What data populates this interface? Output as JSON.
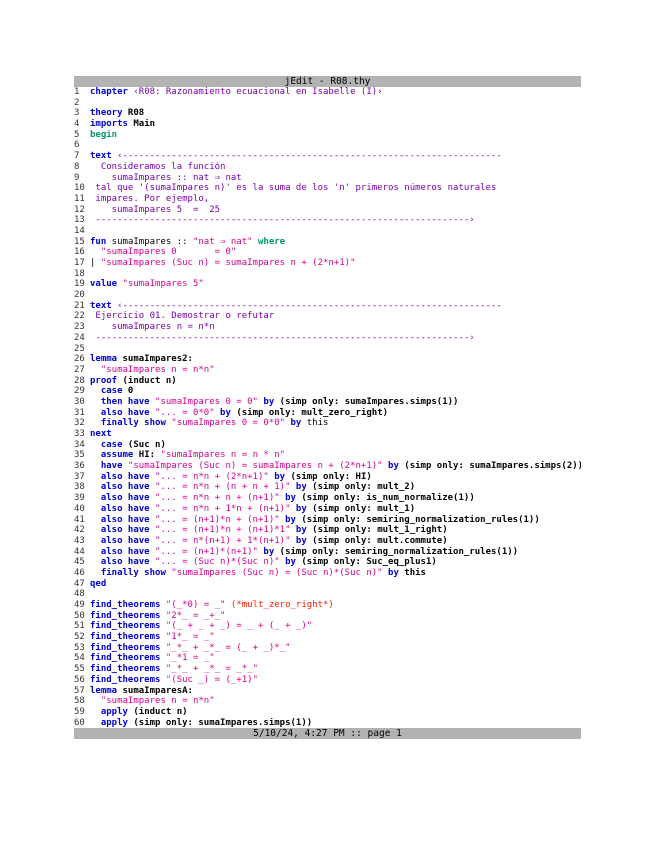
{
  "header": {
    "title": "jEdit - R08.thy"
  },
  "footer": {
    "text": "5/10/24, 4:27 PM :: page 1"
  },
  "colors": {
    "keyword": "#0000d0",
    "keyword2": "#009966",
    "string": "#d4008f",
    "text_block": "#7a00b0",
    "comment": "#ff1a00",
    "bar": "#b2b2b2"
  },
  "lines": [
    {
      "n": "1",
      "segs": [
        [
          "kw",
          "chapter"
        ],
        [
          "txt",
          " ‹R08: Razonamiento ecuacional en Isabelle (I)›"
        ]
      ]
    },
    {
      "n": "2",
      "segs": []
    },
    {
      "n": "3",
      "segs": [
        [
          "kw",
          "theory"
        ],
        [
          "bold",
          " R08"
        ]
      ]
    },
    {
      "n": "4",
      "segs": [
        [
          "kw",
          "imports"
        ],
        [
          "bold",
          " Main"
        ]
      ]
    },
    {
      "n": "5",
      "segs": [
        [
          "kw2",
          "begin"
        ]
      ]
    },
    {
      "n": "6",
      "segs": []
    },
    {
      "n": "7",
      "segs": [
        [
          "kw",
          "text"
        ],
        [
          "txt",
          " ‹----------------------------------------------------------------------"
        ]
      ]
    },
    {
      "n": "8",
      "segs": [
        [
          "txt",
          "  Consideramos la función"
        ]
      ]
    },
    {
      "n": "9",
      "segs": [
        [
          "txt",
          "    sumaImpares :: nat ⇒ nat"
        ]
      ]
    },
    {
      "n": "10",
      "segs": [
        [
          "txt",
          " tal que '(sumaImpares n)' es la suma de los 'n' primeros números naturales"
        ]
      ]
    },
    {
      "n": "11",
      "segs": [
        [
          "txt",
          " impares. Por ejemplo,"
        ]
      ]
    },
    {
      "n": "12",
      "segs": [
        [
          "txt",
          "    sumaImpares 5  =  25"
        ]
      ]
    },
    {
      "n": "13",
      "segs": [
        [
          "txt",
          " ---------------------------------------------------------------------›"
        ]
      ]
    },
    {
      "n": "14",
      "segs": []
    },
    {
      "n": "15",
      "segs": [
        [
          "kw",
          "fun"
        ],
        [
          "plain",
          " sumaImpares :: "
        ],
        [
          "str",
          "\"nat ⇒ nat\""
        ],
        [
          "kw2",
          " where"
        ]
      ]
    },
    {
      "n": "16",
      "segs": [
        [
          "str",
          "  \"sumaImpares 0       = 0\""
        ]
      ]
    },
    {
      "n": "17",
      "segs": [
        [
          "plain",
          "| "
        ],
        [
          "str",
          "\"sumaImpares (Suc n) = sumaImpares n + (2*n+1)\""
        ]
      ]
    },
    {
      "n": "18",
      "segs": []
    },
    {
      "n": "19",
      "segs": [
        [
          "kw",
          "value"
        ],
        [
          "str",
          " \"sumaImpares 5\""
        ]
      ]
    },
    {
      "n": "20",
      "segs": []
    },
    {
      "n": "21",
      "segs": [
        [
          "kw",
          "text"
        ],
        [
          "txt",
          " ‹----------------------------------------------------------------------"
        ]
      ]
    },
    {
      "n": "22",
      "segs": [
        [
          "txt",
          " Ejercicio 01. Demostrar o refutar"
        ]
      ]
    },
    {
      "n": "23",
      "segs": [
        [
          "txt",
          "    sumaImpares n = n*n"
        ]
      ]
    },
    {
      "n": "24",
      "segs": [
        [
          "txt",
          " ---------------------------------------------------------------------›"
        ]
      ]
    },
    {
      "n": "25",
      "segs": []
    },
    {
      "n": "26",
      "segs": [
        [
          "kw",
          "lemma"
        ],
        [
          "bold",
          " sumaImpares2:"
        ]
      ]
    },
    {
      "n": "27",
      "segs": [
        [
          "str",
          "  \"sumaImpares n = n*n\""
        ]
      ]
    },
    {
      "n": "28",
      "segs": [
        [
          "kw",
          "proof"
        ],
        [
          "bold",
          " (induct n)"
        ]
      ]
    },
    {
      "n": "29",
      "segs": [
        [
          "kw",
          "  case"
        ],
        [
          "bold",
          " 0"
        ]
      ]
    },
    {
      "n": "30",
      "segs": [
        [
          "kw",
          "  then have"
        ],
        [
          "str",
          " \"sumaImpares 0 = 0\""
        ],
        [
          "kw",
          " by"
        ],
        [
          "bold",
          " (simp only: sumaImpares.simps(1))"
        ]
      ]
    },
    {
      "n": "31",
      "segs": [
        [
          "kw",
          "  also have"
        ],
        [
          "str",
          " \"... = 0*0\""
        ],
        [
          "kw",
          " by"
        ],
        [
          "bold",
          " (simp only: mult_zero_right)"
        ]
      ]
    },
    {
      "n": "32",
      "segs": [
        [
          "kw",
          "  finally show"
        ],
        [
          "str",
          " \"sumaImpares 0 = 0*0\""
        ],
        [
          "kw",
          " by"
        ],
        [
          "plain",
          " this"
        ]
      ]
    },
    {
      "n": "33",
      "segs": [
        [
          "kw",
          "next"
        ]
      ]
    },
    {
      "n": "34",
      "segs": [
        [
          "kw",
          "  case"
        ],
        [
          "bold",
          " (Suc n)"
        ]
      ]
    },
    {
      "n": "35",
      "segs": [
        [
          "kw",
          "  assume"
        ],
        [
          "bold",
          " HI:"
        ],
        [
          "str",
          " \"sumaImpares n = n * n\""
        ]
      ]
    },
    {
      "n": "36",
      "segs": [
        [
          "kw",
          "  have"
        ],
        [
          "str",
          " \"sumaImpares (Suc n) = sumaImpares n + (2*n+1)\""
        ],
        [
          "kw",
          " by"
        ],
        [
          "bold",
          " (simp only: sumaImpares.simps(2))"
        ]
      ]
    },
    {
      "n": "37",
      "segs": [
        [
          "kw",
          "  also have"
        ],
        [
          "str",
          " \"... = n*n + (2*n+1)\""
        ],
        [
          "kw",
          " by"
        ],
        [
          "bold",
          " (simp only: HI)"
        ]
      ]
    },
    {
      "n": "38",
      "segs": [
        [
          "kw",
          "  also have"
        ],
        [
          "str",
          " \"... = n*n + (n + n + 1)\""
        ],
        [
          "kw",
          " by"
        ],
        [
          "bold",
          " (simp only: mult_2)"
        ]
      ]
    },
    {
      "n": "39",
      "segs": [
        [
          "kw",
          "  also have"
        ],
        [
          "str",
          " \"... = n*n + n + (n+1)\""
        ],
        [
          "kw",
          " by"
        ],
        [
          "bold",
          " (simp only: is_num_normalize(1))"
        ]
      ]
    },
    {
      "n": "40",
      "segs": [
        [
          "kw",
          "  also have"
        ],
        [
          "str",
          " \"... = n*n + 1*n + (n+1)\""
        ],
        [
          "kw",
          " by"
        ],
        [
          "bold",
          " (simp only: mult_1)"
        ]
      ]
    },
    {
      "n": "41",
      "segs": [
        [
          "kw",
          "  also have"
        ],
        [
          "str",
          " \"... = (n+1)*n + (n+1)\""
        ],
        [
          "kw",
          " by"
        ],
        [
          "bold",
          " (simp only: semiring_normalization_rules(1))"
        ]
      ]
    },
    {
      "n": "42",
      "segs": [
        [
          "kw",
          "  also have"
        ],
        [
          "str",
          " \"... = (n+1)*n + (n+1)*1\""
        ],
        [
          "kw",
          " by"
        ],
        [
          "bold",
          " (simp only: mult_1_right)"
        ]
      ]
    },
    {
      "n": "43",
      "segs": [
        [
          "kw",
          "  also have"
        ],
        [
          "str",
          " \"... = n*(n+1) + 1*(n+1)\""
        ],
        [
          "kw",
          " by"
        ],
        [
          "bold",
          " (simp only: mult.commute)"
        ]
      ]
    },
    {
      "n": "44",
      "segs": [
        [
          "kw",
          "  also have"
        ],
        [
          "str",
          " \"... = (n+1)*(n+1)\""
        ],
        [
          "kw",
          " by"
        ],
        [
          "bold",
          " (simp only: semiring_normalization_rules(1))"
        ]
      ]
    },
    {
      "n": "45",
      "segs": [
        [
          "kw",
          "  also have"
        ],
        [
          "str",
          " \"... = (Suc n)*(Suc n)\""
        ],
        [
          "kw",
          " by"
        ],
        [
          "bold",
          " (simp only: Suc_eq_plus1)"
        ]
      ]
    },
    {
      "n": "46",
      "segs": [
        [
          "kw",
          "  finally show"
        ],
        [
          "str",
          " \"sumaImpares (Suc n) = (Suc n)*(Suc n)\""
        ],
        [
          "kw",
          " by"
        ],
        [
          "bold",
          " this"
        ]
      ]
    },
    {
      "n": "47",
      "segs": [
        [
          "kw",
          "qed"
        ]
      ]
    },
    {
      "n": "48",
      "segs": []
    },
    {
      "n": "49",
      "segs": [
        [
          "kw",
          "find_theorems"
        ],
        [
          "str",
          " \"(_*0) = _\""
        ],
        [
          "cmt",
          " (*mult_zero_right*)"
        ]
      ]
    },
    {
      "n": "50",
      "segs": [
        [
          "kw",
          "find_theorems"
        ],
        [
          "str",
          " \"2*_ = _+_\""
        ]
      ]
    },
    {
      "n": "51",
      "segs": [
        [
          "kw",
          "find_theorems"
        ],
        [
          "str",
          " \"(_ + _ + _) = _ + (_ + _)\""
        ]
      ]
    },
    {
      "n": "52",
      "segs": [
        [
          "kw",
          "find_theorems"
        ],
        [
          "str",
          " \"1*_ = _\""
        ]
      ]
    },
    {
      "n": "53",
      "segs": [
        [
          "kw",
          "find_theorems"
        ],
        [
          "str",
          " \"_*_ + _*_ = (_ + _)*_\""
        ]
      ]
    },
    {
      "n": "54",
      "segs": [
        [
          "kw",
          "find_theorems"
        ],
        [
          "str",
          " \"_*1 = _\""
        ]
      ]
    },
    {
      "n": "55",
      "segs": [
        [
          "kw",
          "find_theorems"
        ],
        [
          "str",
          " \"_*_ + _*_ = _*_\""
        ]
      ]
    },
    {
      "n": "56",
      "segs": [
        [
          "kw",
          "find_theorems"
        ],
        [
          "str",
          " \"(Suc _) = (_+1)\""
        ]
      ]
    },
    {
      "n": "57",
      "segs": [
        [
          "kw",
          "lemma"
        ],
        [
          "bold",
          " sumaImparesA:"
        ]
      ]
    },
    {
      "n": "58",
      "segs": [
        [
          "str",
          "  \"sumaImpares n = n*n\""
        ]
      ]
    },
    {
      "n": "59",
      "segs": [
        [
          "kw",
          "  apply"
        ],
        [
          "bold",
          " (induct n)"
        ]
      ]
    },
    {
      "n": "60",
      "segs": [
        [
          "kw",
          "  apply"
        ],
        [
          "bold",
          " (simp only: sumaImpares.simps(1))"
        ]
      ]
    }
  ]
}
